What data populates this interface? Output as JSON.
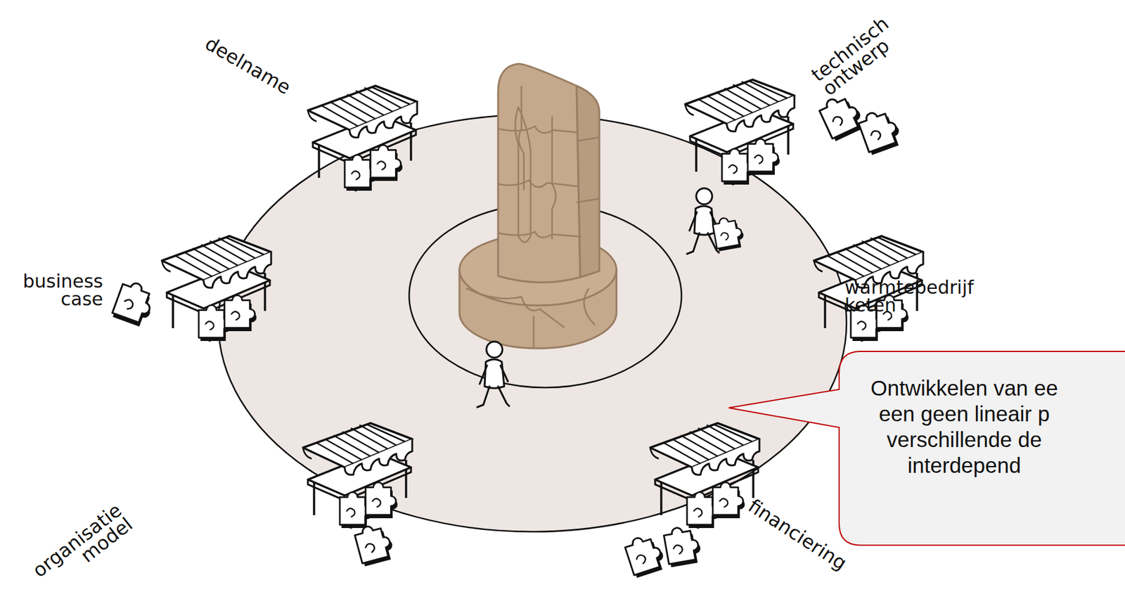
{
  "diagram": {
    "nodes": [
      {
        "text": [
          "Ontwikkelen van ee een geen lineair p verschillende de interdepend"
        ]
      }
    ],
    "labels": [
      "deelname",
      "technisch ontwerp",
      "business case",
      "warmtebedrijf keten",
      "organisatie model",
      "financiering"
    ]
  }
}
